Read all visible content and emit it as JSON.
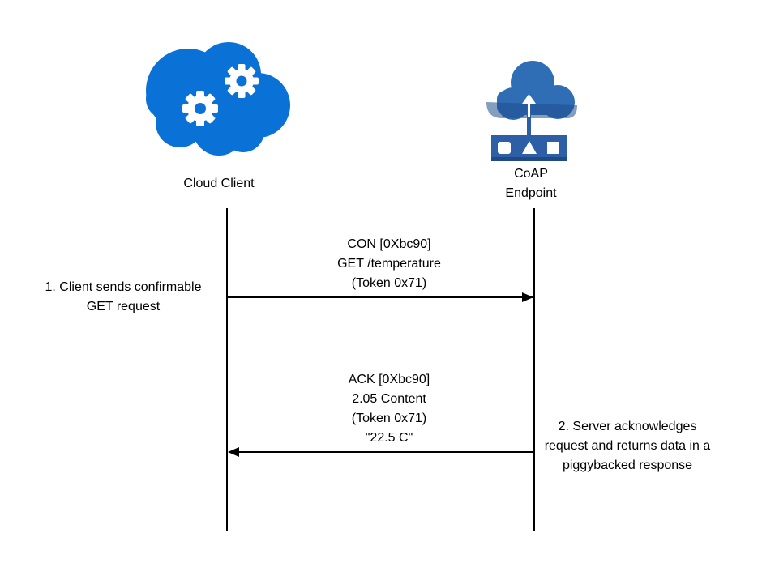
{
  "participants": {
    "client": {
      "label": "Cloud Client",
      "icon": "cloud-gears-icon",
      "color": "#0a72d6"
    },
    "endpoint": {
      "label_lines": [
        "CoAP",
        "Endpoint"
      ],
      "icon": "cloud-upload-device-icon",
      "color": "#2f6eb5",
      "device_color": "#2c5fa6"
    }
  },
  "messages": {
    "request": {
      "lines": [
        "CON [0Xbc90]",
        "GET /temperature",
        "(Token 0x71)"
      ],
      "direction": "client-to-endpoint"
    },
    "response": {
      "lines": [
        "ACK [0Xbc90]",
        "2.05 Content",
        "(Token 0x71)",
        "\"22.5 C\""
      ],
      "direction": "endpoint-to-client"
    }
  },
  "notes": {
    "step1": {
      "lines": [
        "1. Client sends confirmable",
        "GET request"
      ]
    },
    "step2": {
      "lines": [
        "2.  Server acknowledges",
        "request and returns data in a",
        "piggybacked response"
      ]
    }
  }
}
